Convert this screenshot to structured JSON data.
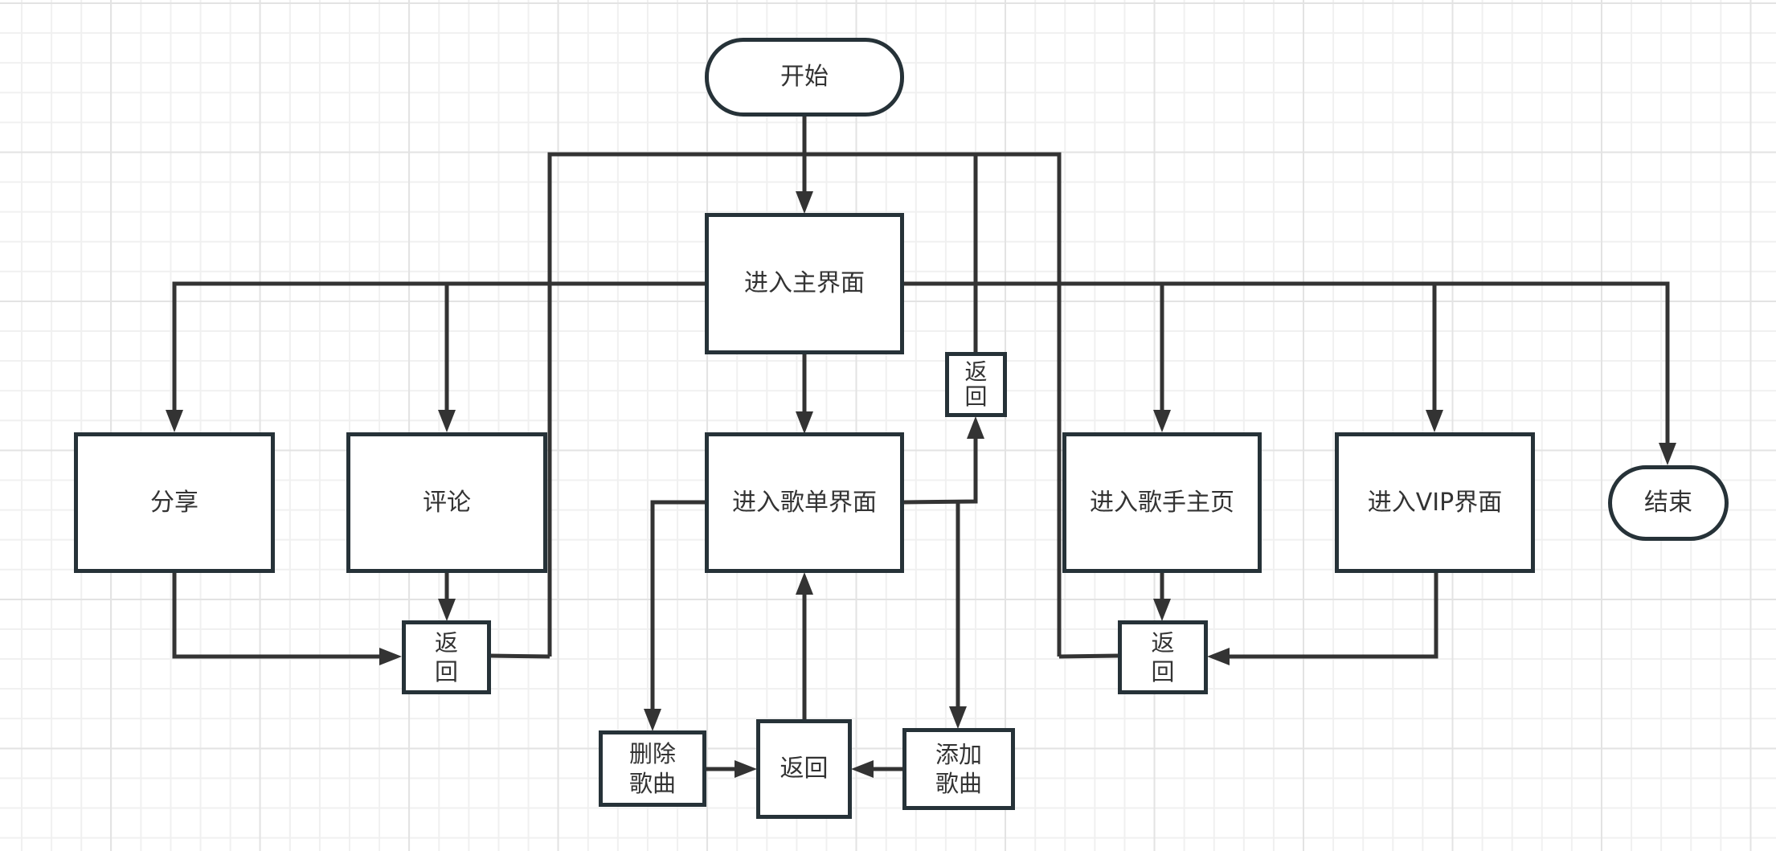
{
  "diagram": {
    "type": "flowchart",
    "nodes": {
      "start": {
        "label": "开始",
        "shape": "terminal"
      },
      "main": {
        "label": "进入主界面",
        "shape": "process"
      },
      "share": {
        "label": "分享",
        "shape": "process"
      },
      "comment": {
        "label": "评论",
        "shape": "process"
      },
      "playlist": {
        "label": "进入歌单界面",
        "shape": "process"
      },
      "singer": {
        "label": "进入歌手主页",
        "shape": "process"
      },
      "vip": {
        "label": "进入VIP界面",
        "shape": "process"
      },
      "end": {
        "label": "结束",
        "shape": "terminal"
      },
      "return_social": {
        "label_lines": [
          "返",
          "回"
        ],
        "shape": "process"
      },
      "return_playlist": {
        "label_lines": [
          "返",
          "回"
        ],
        "shape": "process"
      },
      "return_artist": {
        "label_lines": [
          "返",
          "回"
        ],
        "shape": "process"
      },
      "delete_song": {
        "label_lines": [
          "删除",
          "歌曲"
        ],
        "shape": "process"
      },
      "return_songs": {
        "label": "返回",
        "shape": "process"
      },
      "add_song": {
        "label_lines": [
          "添加",
          "歌曲"
        ],
        "shape": "process"
      }
    },
    "edges": [
      {
        "from": "start",
        "to": "main"
      },
      {
        "from": "main",
        "to": "share"
      },
      {
        "from": "main",
        "to": "comment"
      },
      {
        "from": "main",
        "to": "playlist"
      },
      {
        "from": "main",
        "to": "singer"
      },
      {
        "from": "main",
        "to": "vip"
      },
      {
        "from": "main",
        "to": "end"
      },
      {
        "from": "share",
        "to": "return_social"
      },
      {
        "from": "comment",
        "to": "return_social"
      },
      {
        "from": "return_social",
        "to": "main"
      },
      {
        "from": "playlist",
        "to": "return_playlist"
      },
      {
        "from": "return_playlist",
        "to": "main"
      },
      {
        "from": "playlist",
        "to": "delete_song"
      },
      {
        "from": "playlist",
        "to": "add_song"
      },
      {
        "from": "delete_song",
        "to": "return_songs"
      },
      {
        "from": "add_song",
        "to": "return_songs"
      },
      {
        "from": "return_songs",
        "to": "playlist"
      },
      {
        "from": "singer",
        "to": "return_artist"
      },
      {
        "from": "vip",
        "to": "return_artist"
      },
      {
        "from": "return_artist",
        "to": "main"
      }
    ]
  },
  "colors": {
    "stroke": "#263238",
    "connector": "#333333",
    "text": "#333333",
    "grid": "#f0f0f0"
  }
}
